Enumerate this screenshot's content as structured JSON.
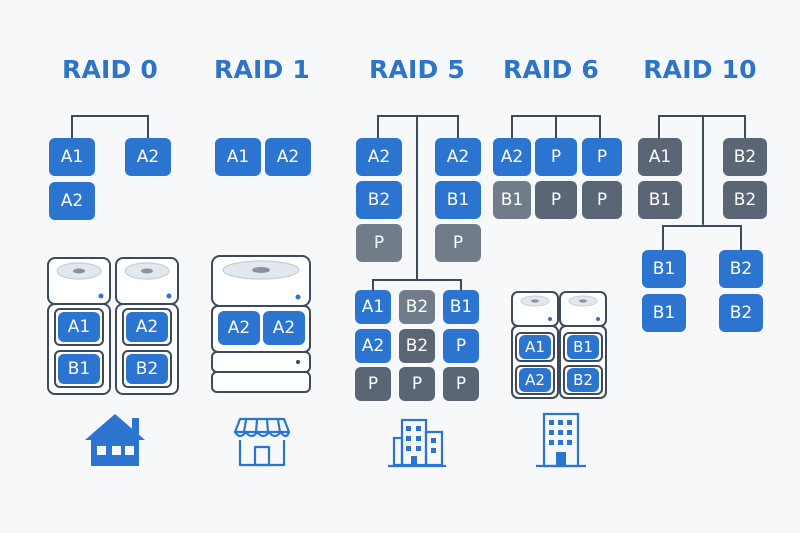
{
  "titles": {
    "raid0": "RAID 0",
    "raid1": "RAID 1",
    "raid5": "RAID 5",
    "raid6": "RAID 6",
    "raid10": "RAID 10"
  },
  "raid0": {
    "blocks": [
      "A1",
      "A2",
      "A2"
    ],
    "bays": [
      "A1",
      "B1",
      "A2",
      "B2"
    ]
  },
  "raid1": {
    "blocks": [
      "A1",
      "A2"
    ],
    "bays": [
      "A2",
      "A2"
    ]
  },
  "raid5": {
    "blocks": [
      "A2",
      "B2",
      "P",
      "A2",
      "B1",
      "P"
    ],
    "grid": [
      "A1",
      "B2",
      "B1",
      "A2",
      "B2",
      "P",
      "P",
      "P",
      "P"
    ]
  },
  "raid6": {
    "blocks": [
      "A2",
      "P",
      "P",
      "B1",
      "P",
      "P"
    ],
    "bays": [
      "A1",
      "A2",
      "B1",
      "B2"
    ]
  },
  "raid10": {
    "blocks": [
      "A1",
      "B1",
      "B2",
      "B2"
    ],
    "sub_blocks": [
      "B1",
      "B1",
      "B2",
      "B2"
    ]
  },
  "colors": {
    "title": "#2e74c7",
    "block_blue": "#2b74cf",
    "block_dark": "#5a6575",
    "block_gray": "#717c8a",
    "outline": "#3c4a5c",
    "icon": "#2b74cf"
  },
  "icons": [
    "house-icon",
    "storefront-icon",
    "office-building-icon",
    "tall-building-icon"
  ]
}
